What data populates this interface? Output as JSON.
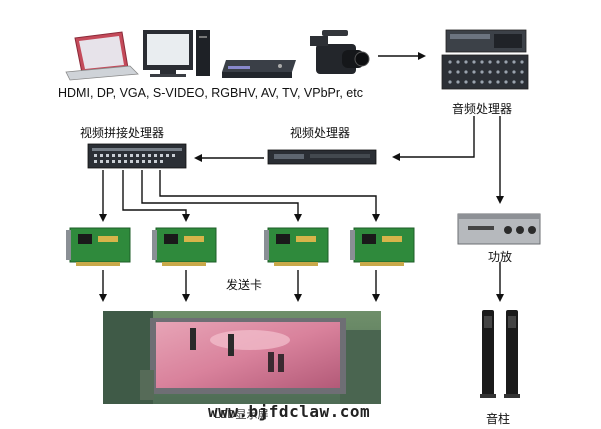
{
  "sources_label": "HDMI, DP, VGA, S-VIDEO, RGBHV, AV, TV, VPbPr, etc",
  "audio_processor_label": "音频处理器",
  "splicing_processor_label": "视频拼接处理器",
  "video_processor_label": "视频处理器",
  "sending_card_label": "发送卡",
  "amplifier_label": "功放",
  "speaker_label": "音柱",
  "led_screen_label": "LED显示屏",
  "watermark": "www.bjfdclaw.com",
  "colors": {
    "pcb": "#2f8a3c",
    "device_dark": "#2b2f36",
    "arrow": "#111111",
    "screen_pink": "#d9829c"
  }
}
